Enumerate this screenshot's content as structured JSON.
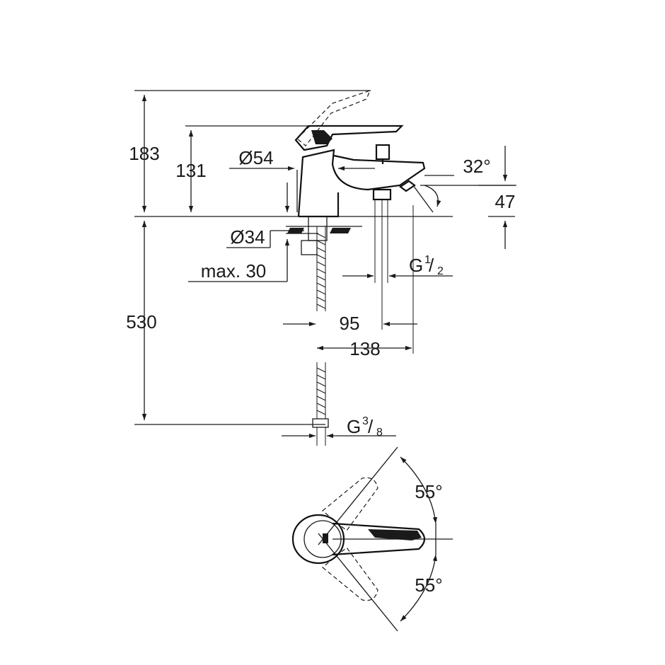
{
  "dimensions": {
    "height_total": "183",
    "height_spout": "131",
    "diameter_body": "Ø54",
    "diameter_base": "Ø34",
    "max_thickness": "max. 30",
    "length_hose": "530",
    "spout_angle": "32°",
    "spout_height": "47",
    "thread_outlet_main": "G",
    "thread_outlet_num": "1",
    "thread_outlet_den": "2",
    "offset_95": "95",
    "offset_138": "138",
    "thread_hose_main": "G",
    "thread_hose_num": "3",
    "thread_hose_den": "8",
    "rotation_up": "55°",
    "rotation_down": "55°"
  }
}
